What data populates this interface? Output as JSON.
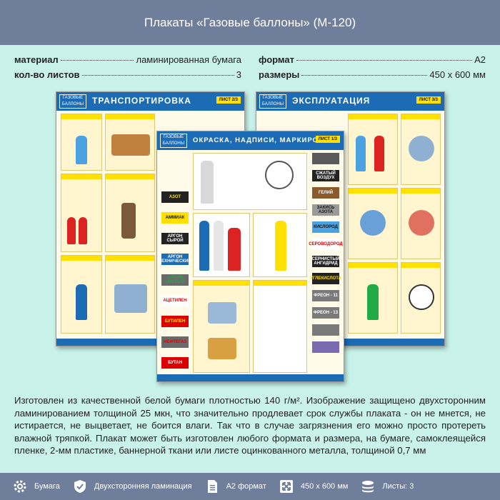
{
  "header": {
    "title": "Плакаты «Газовые баллоны» (М-120)"
  },
  "specs": {
    "left": [
      {
        "key": "материал",
        "value": "ламинированная бумага"
      },
      {
        "key": "кол-во листов",
        "value": "3"
      }
    ],
    "right": [
      {
        "key": "формат",
        "value": "А2"
      },
      {
        "key": "размеры",
        "value": "450 х 600 мм"
      }
    ]
  },
  "posters": {
    "back_left": {
      "logo": "ГАЗОВЫЕ БАЛЛОНЫ",
      "title": "ТРАНСПОРТИРОВКА",
      "sheet": "ЛИСТ 2/3"
    },
    "back_right": {
      "logo": "ГАЗОВЫЕ БАЛЛОНЫ",
      "title": "ЭКСПЛУАТАЦИЯ",
      "sheet": "ЛИСТ 3/3"
    },
    "front": {
      "logo": "ГАЗОВЫЕ БАЛЛОНЫ",
      "title": "ОКРАСКА, НАДПИСИ, МАРКИРОВКА",
      "sheet": "ЛИСТ 1/3",
      "left_labels": [
        {
          "text": "АЗОТ",
          "bg": "#222222",
          "fg": "#ffe000"
        },
        {
          "text": "АММИАК",
          "bg": "#ffe000",
          "fg": "#111111"
        },
        {
          "text": "АРГОН СЫРОЙ",
          "bg": "#222222",
          "fg": "#ffffff"
        },
        {
          "text": "АРГОН ТЕХНИЧЕСКИЙ",
          "bg": "#1b6bb5",
          "fg": "#ffffff"
        },
        {
          "text": "АРГОН ЧИСТЫЙ",
          "bg": "#6a6a6a",
          "fg": "#22aa44"
        },
        {
          "text": "АЦЕТИЛЕН",
          "bg": "#ffffff",
          "fg": "#dd0000"
        },
        {
          "text": "БУТИЛЕН",
          "bg": "#dd0000",
          "fg": "#ffe000"
        },
        {
          "text": "НЕФТЕГАЗ",
          "bg": "#6a6a6a",
          "fg": "#dd0000"
        },
        {
          "text": "БУТАН",
          "bg": "#dd0000",
          "fg": "#ffffff"
        }
      ],
      "right_labels": [
        {
          "text": "",
          "bg": "#5a5a5a",
          "fg": "#ffffff"
        },
        {
          "text": "СЖАТЫЙ ВОЗДУХ",
          "bg": "#222222",
          "fg": "#ffffff"
        },
        {
          "text": "ГЕЛИЙ",
          "bg": "#8b5a2b",
          "fg": "#ffffff"
        },
        {
          "text": "ЗАКИСЬ АЗОТА",
          "bg": "#9a9a9a",
          "fg": "#111111"
        },
        {
          "text": "КИСЛОРОД",
          "bg": "#4aa3e0",
          "fg": "#111111"
        },
        {
          "text": "СЕРОВОДОРОД",
          "bg": "#ffffff",
          "fg": "#dd0000"
        },
        {
          "text": "СЕРНИСТЫЙ АНГИДРИД",
          "bg": "#222222",
          "fg": "#ffffff"
        },
        {
          "text": "УГЛЕКИСЛОТА",
          "bg": "#222222",
          "fg": "#ffe000"
        },
        {
          "text": "ФРЕОН - 11",
          "bg": "#7a7a7a",
          "fg": "#ffffff"
        },
        {
          "text": "ФРЕОН - 13",
          "bg": "#7a7a7a",
          "fg": "#ffffff"
        },
        {
          "text": "",
          "bg": "#7a7a7a",
          "fg": "#ffffff"
        },
        {
          "text": "",
          "bg": "#7a6ab0",
          "fg": "#ffffff"
        }
      ]
    }
  },
  "description": "Изготовлен из качественной белой бумаги плотностью 140 г/м². Изображение защищено двухсторонним ламинированием толщиной 25 мкн, что значительно продлевает срок службы плаката - он не мнется, не истирается, не выцветает, не боится влаги. Так что в случае загрязнения его можно просто протереть влажной тряпкой. Плакат может быть изготовлен любого формата и размера, на бумаге, самоклеящейся пленке, 2-мм пластике, баннерной ткани или листе оцинкованного металла, толщиной 0,7 мм",
  "footer": {
    "features": [
      {
        "icon": "gear-icon",
        "label": "Бумага"
      },
      {
        "icon": "shield-check-icon",
        "label": "Двухсторонняя ламинация"
      },
      {
        "icon": "document-icon",
        "label": "А2 формат"
      },
      {
        "icon": "expand-arrows-icon",
        "label": "450 х 600 мм"
      },
      {
        "icon": "stack-layers-icon",
        "label": "Листы: 3"
      }
    ]
  },
  "colors": {
    "background": "#c9f3ea",
    "bars": "#6f7e9a",
    "poster_blue": "#1b6bb5",
    "poster_yellow": "#ffe000"
  }
}
